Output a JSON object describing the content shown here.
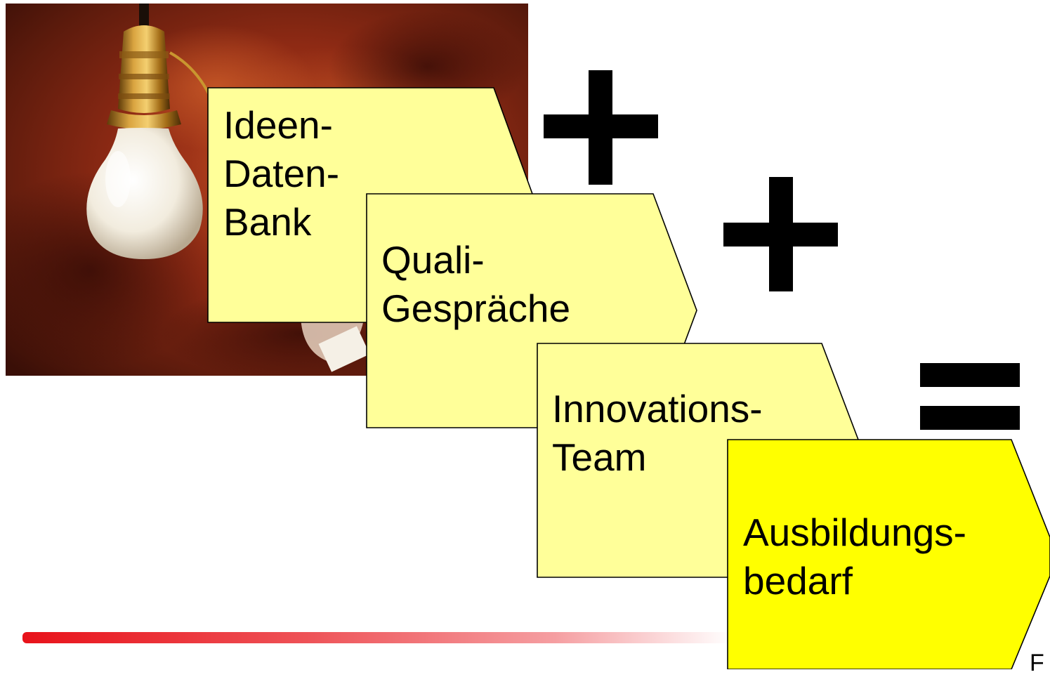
{
  "colors": {
    "step_fill": "#ffff99",
    "final_step_fill": "#ffff00",
    "outline": "#000000",
    "accent_line": "#e8121a",
    "operator": "#000000"
  },
  "photo": {
    "subject": "light bulb hanging in a brass socket"
  },
  "steps": [
    {
      "label": "Ideen-\nDaten-\nBank"
    },
    {
      "label": "Quali-\nGespräche"
    },
    {
      "label": "Innovations-\nTeam"
    },
    {
      "label": "Ausbildungs-\nbedarf"
    }
  ],
  "operators": [
    "plus",
    "plus",
    "equals"
  ],
  "footer_text": "F"
}
